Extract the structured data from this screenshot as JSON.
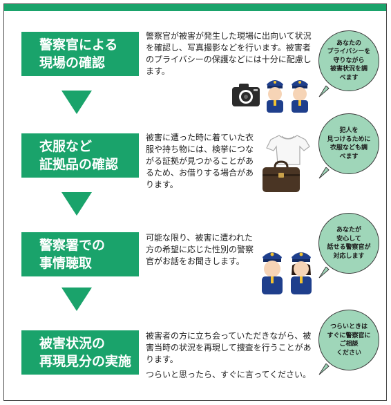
{
  "steps": [
    {
      "title_lines": [
        "警察官による",
        "現場の確認"
      ],
      "description": "警察官が被害が発生した現場に出向いて状況を確認し、写真撮影などを行います。被害者のプライバシーの保護などには十分に配慮します。",
      "bubble": [
        "あなたの",
        "プライバシーを",
        "守りながら",
        "被害状況を調",
        "べます"
      ],
      "illustrations": [
        "camera-icon",
        "police-officer-icon",
        "police-officer-icon"
      ]
    },
    {
      "title_lines": [
        "衣服など",
        "証拠品の確認"
      ],
      "description": "被害に遭った時に着ていた衣服や持ち物には、検挙につながる証拠が見つかることがあるため、お借りする場合があります。",
      "bubble": [
        "犯人を",
        "見つけるために",
        "衣服なども調",
        "べます"
      ],
      "illustrations": [
        "tshirt-icon",
        "bag-icon"
      ]
    },
    {
      "title_lines": [
        "警察署での",
        "事情聴取"
      ],
      "description": "可能な限り、被害に遭われた方の希望に応じた性別の警察官がお話をお聞きします。",
      "bubble": [
        "あなたが",
        "安心して",
        "話せる警察官が",
        "対応します"
      ],
      "illustrations": [
        "male-police-officer-icon",
        "female-police-officer-icon"
      ]
    },
    {
      "title_lines": [
        "被害状況の",
        "再現見分の実施"
      ],
      "description": "被害者の方に立ち会っていただきながら、被害当時の状況を再現して捜査を行うことがあります。",
      "description_extra": "つらいと思ったら、すぐに言ってください。",
      "bubble": [
        "つらいときは",
        "すぐに警察官に",
        "ご相談",
        "ください"
      ],
      "illustrations": []
    }
  ],
  "colors": {
    "accent_green": "#1aa36b",
    "bubble_green": "#9fd6b9",
    "police_navy": "#1f3f8c"
  }
}
